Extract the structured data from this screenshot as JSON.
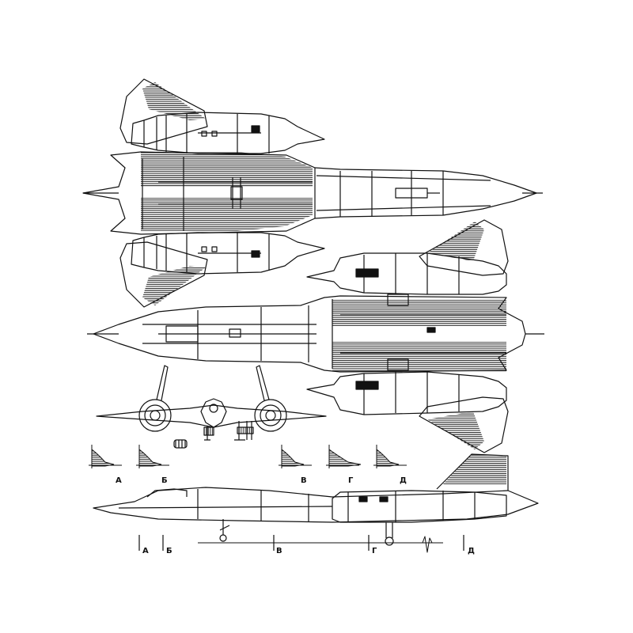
{
  "sheet": {
    "ink_color": "#111111",
    "paper_color": "#ffffff",
    "views": [
      "top-view",
      "bottom-view",
      "front-view",
      "side-view"
    ]
  },
  "sections": {
    "profiles": [
      {
        "id": "a",
        "label": "А"
      },
      {
        "id": "b",
        "label": "Б"
      },
      {
        "id": "v",
        "label": "В"
      },
      {
        "id": "g",
        "label": "Г"
      },
      {
        "id": "d",
        "label": "Д"
      }
    ],
    "stations": [
      {
        "id": "a",
        "label": "А"
      },
      {
        "id": "b",
        "label": "Б"
      },
      {
        "id": "v",
        "label": "В"
      },
      {
        "id": "g",
        "label": "Г"
      },
      {
        "id": "d",
        "label": "Д"
      }
    ]
  }
}
